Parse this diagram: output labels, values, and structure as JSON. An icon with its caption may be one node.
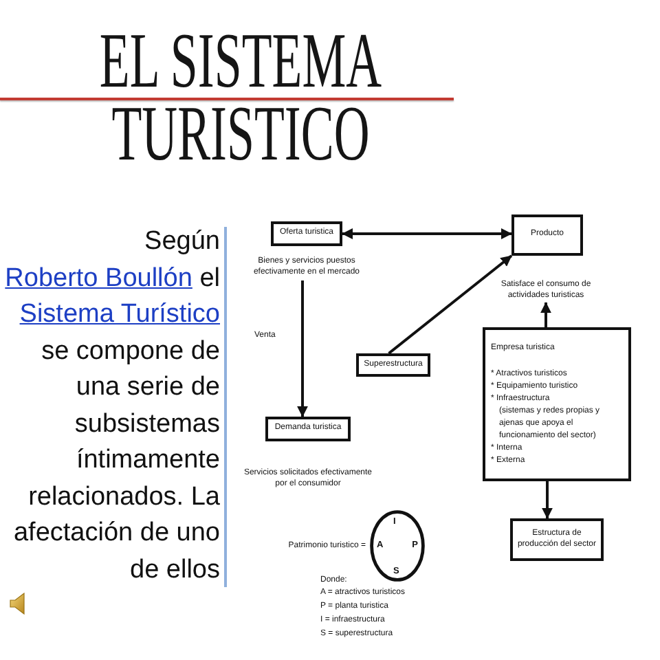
{
  "diagram": {
    "title": "EL SISTEMA TURISTICO",
    "nodes": [
      {
        "text": [
          "Oferta turistica"
        ]
      },
      {
        "text": [
          "Producto"
        ]
      },
      {
        "text": [
          "Bienes y servicios puestos efectivamente en el mercado"
        ]
      },
      {
        "text": [
          "Satisface el consumo de actividades turisticas"
        ]
      },
      {
        "text": [
          "Empresa turistica",
          "* Atractivos turisticos",
          "* Equipamiento turistico",
          "* Infraestructura",
          "(sistemas y redes propias y ajenas que apoya el funcionamiento del sector)",
          "* Interna",
          "* Externa"
        ]
      },
      {
        "text": [
          "Superestructura"
        ]
      },
      {
        "text": [
          "Demanda turistica"
        ],
        "beside": [
          "Servicios solicitados efectivamente por el consumidor"
        ]
      },
      {
        "text": [
          "I",
          "A",
          "P",
          "S"
        ],
        "beside": [
          "Patrimonio turistico ="
        ]
      },
      {
        "text": [
          "Estructura de producción del sector"
        ]
      }
    ],
    "edges": [
      {
        "from": 0,
        "to": 1,
        "arrow": "both"
      },
      {
        "from": 2,
        "to": 6,
        "arrow": "to",
        "label": "Venta"
      },
      {
        "from": 4,
        "to": 3,
        "arrow": "to"
      },
      {
        "from": 5,
        "to": 1,
        "arrow": "to"
      },
      {
        "from": 4,
        "to": 8,
        "arrow": "to"
      }
    ],
    "labels": [
      "Según",
      "Roberto Boullón",
      "el",
      "Sistema Turístico",
      "se compone de una serie de subsistemas íntimamente relacionados. La afectación de uno de ellos",
      "Donde:",
      "A = atractivos turisticos",
      "P = planta turistica",
      "I = infraestructura",
      "S = superestructura"
    ]
  }
}
